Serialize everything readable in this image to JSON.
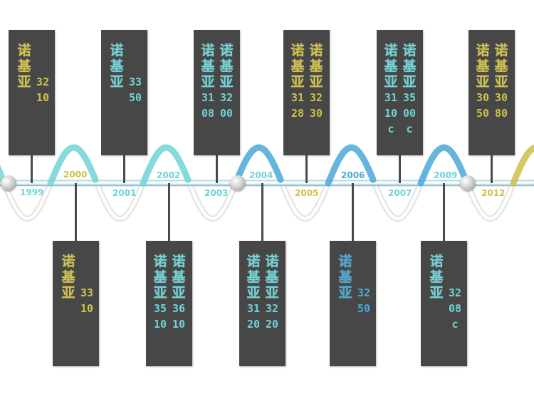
{
  "colors": {
    "yellow": "#cfc04a",
    "teal": "#6fd3d6",
    "blue": "#4aa8d8",
    "card": "#474747"
  },
  "top_cards": [
    {
      "color": "yellow",
      "phones": [
        {
          "brand": "诺基亚",
          "model": "3210"
        }
      ]
    },
    {
      "color": "teal",
      "phones": [
        {
          "brand": "诺基亚",
          "model": "3350"
        }
      ]
    },
    {
      "color": "teal",
      "phones": [
        {
          "brand": "诺基亚",
          "model": "3108"
        },
        {
          "brand": "诺基亚",
          "model": "3200"
        }
      ]
    },
    {
      "color": "yellow",
      "phones": [
        {
          "brand": "诺基亚",
          "model": "3128"
        },
        {
          "brand": "诺基亚",
          "model": "3230"
        }
      ]
    },
    {
      "color": "teal",
      "phones": [
        {
          "brand": "诺基亚",
          "model": "3110c"
        },
        {
          "brand": "诺基亚",
          "model": "3500c"
        }
      ]
    },
    {
      "color": "yellow",
      "phones": [
        {
          "brand": "诺基亚",
          "model": "3050"
        },
        {
          "brand": "诺基亚",
          "model": "3080"
        }
      ]
    }
  ],
  "bottom_cards": [
    {
      "color": "yellow",
      "phones": [
        {
          "brand": "诺基亚",
          "model": "3310"
        }
      ]
    },
    {
      "color": "teal",
      "phones": [
        {
          "brand": "诺基亚",
          "model": "3510"
        },
        {
          "brand": "诺基亚",
          "model": "3610"
        }
      ]
    },
    {
      "color": "teal",
      "phones": [
        {
          "brand": "诺基亚",
          "model": "3120"
        },
        {
          "brand": "诺基亚",
          "model": "3220"
        }
      ]
    },
    {
      "color": "blue",
      "phones": [
        {
          "brand": "诺基亚",
          "model": "3250"
        }
      ]
    },
    {
      "color": "teal",
      "phones": [
        {
          "brand": "诺基亚",
          "model": "3208c"
        }
      ]
    }
  ],
  "years": [
    {
      "label": "1999",
      "color": "teal"
    },
    {
      "label": "2000",
      "color": "yellow"
    },
    {
      "label": "2001",
      "color": "teal"
    },
    {
      "label": "2002",
      "color": "teal"
    },
    {
      "label": "2003",
      "color": "teal"
    },
    {
      "label": "2004",
      "color": "teal"
    },
    {
      "label": "2005",
      "color": "yellow"
    },
    {
      "label": "2006",
      "color": "blue"
    },
    {
      "label": "2007",
      "color": "teal"
    },
    {
      "label": "2009",
      "color": "teal"
    },
    {
      "label": "2012",
      "color": "yellow"
    }
  ]
}
